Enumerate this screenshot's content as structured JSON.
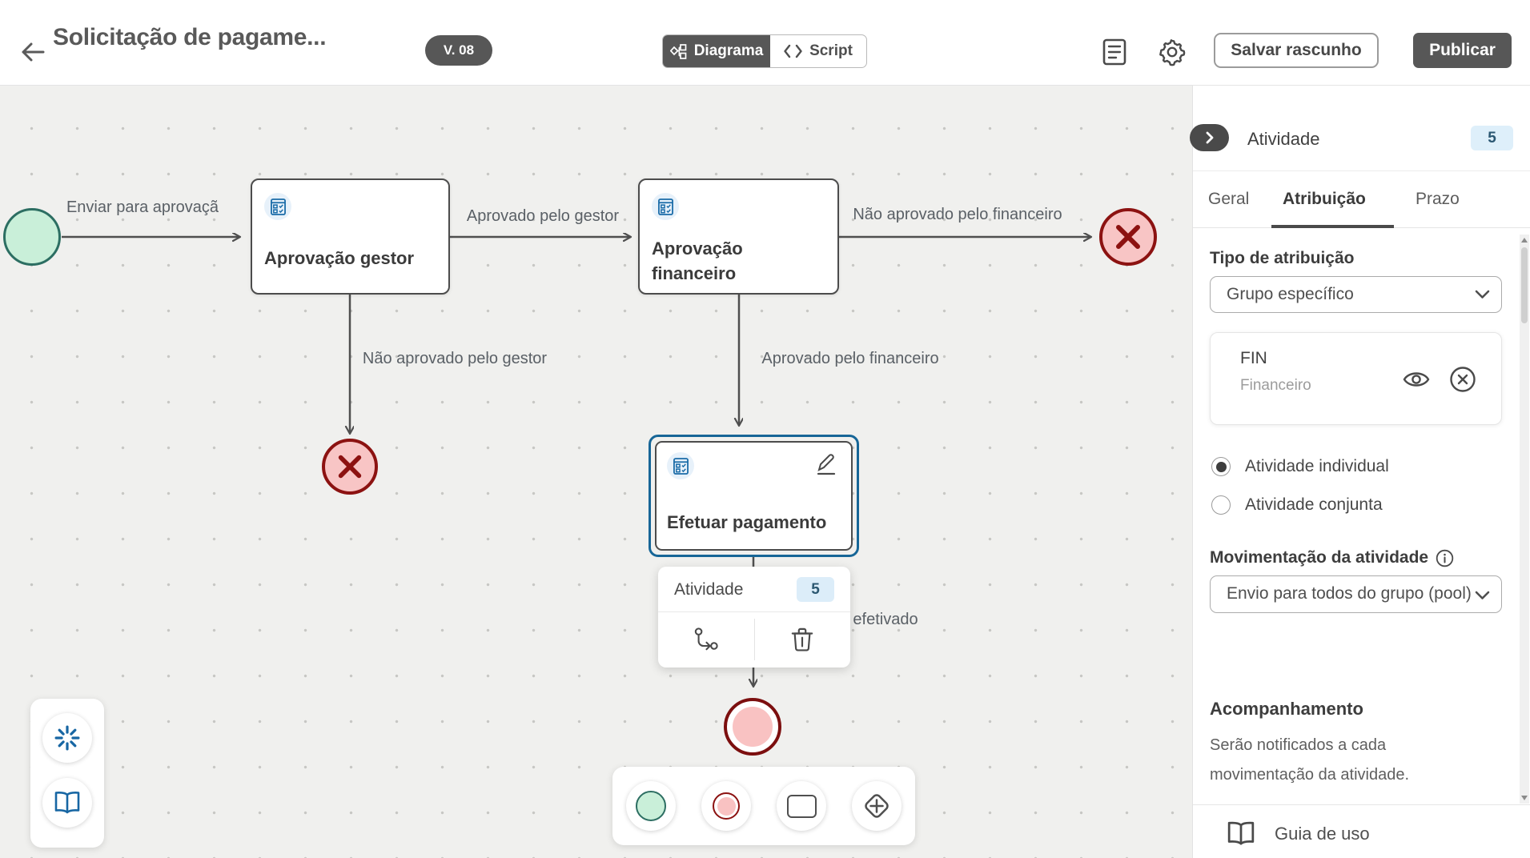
{
  "colors": {
    "accent_dark": "#575757",
    "selection_blue": "#176697",
    "start_fill": "#c9efd9",
    "start_border": "#2c6e62",
    "end_fill": "#f8c5c5",
    "end_border": "#8c1211",
    "badge_blue_bg": "#deeffa",
    "task_icon_blue": "#1b6ca8",
    "canvas_bg": "#f0f0ee"
  },
  "header": {
    "title": "Solicitação de pagame...",
    "version_badge": "V. 08",
    "diagram_tab": "Diagrama",
    "script_tab": "Script",
    "save_draft": "Salvar rascunho",
    "publish": "Publicar"
  },
  "canvas": {
    "nodes": {
      "task1": {
        "title": "Aprovação gestor"
      },
      "task2": {
        "title": "Aprovação financeiro"
      },
      "task3": {
        "title": "Efetuar pagamento"
      }
    },
    "edge_labels": {
      "e1": "Enviar para aprovaçã",
      "e2": "Aprovado pelo gestor",
      "e3": "Não aprovado pelo financeiro",
      "e4": "Não aprovado pelo gestor",
      "e5": "Aprovado pelo financeiro",
      "e6": "efetivado"
    },
    "popup": {
      "title": "Atividade",
      "badge": "5"
    }
  },
  "sidebar": {
    "title": "Atividade",
    "badge": "5",
    "tabs": [
      {
        "label": "Geral"
      },
      {
        "label": "Atribuição"
      },
      {
        "label": "Prazo"
      }
    ],
    "assignment": {
      "label": "Tipo de atribuição",
      "value": "Grupo específico"
    },
    "group": {
      "code": "FIN",
      "name": "Financeiro"
    },
    "radio_individual": "Atividade individual",
    "radio_joint": "Atividade conjunta",
    "movement": {
      "label": "Movimentação da atividade",
      "value": "Envio para todos do grupo (pool)"
    },
    "tracking": {
      "title": "Acompanhamento",
      "text": "Serão notificados a cada movimentação da atividade."
    },
    "guide": "Guia de uso"
  }
}
